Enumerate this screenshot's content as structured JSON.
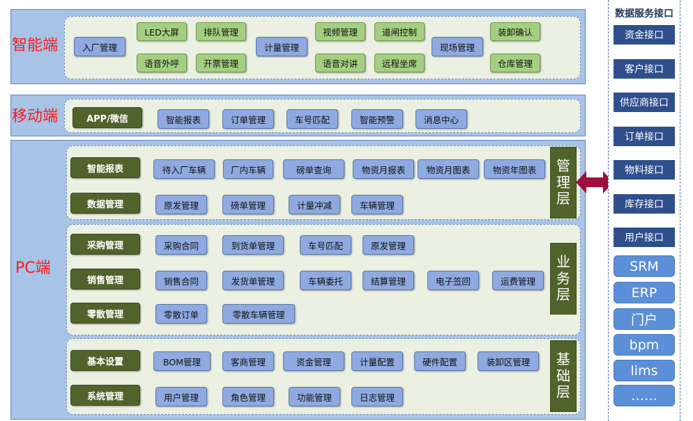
{
  "sections": {
    "smart_label": "智能端",
    "mobile_label": "移动端",
    "pc_label": "PC端"
  },
  "smart": {
    "entry": "入厂管理",
    "led": "LED大屏",
    "queue": "排队管理",
    "voice_call": "语音外呼",
    "ticket": "开票管理",
    "metering": "计量管理",
    "video": "视频管理",
    "gate": "道闸控制",
    "voice_talk": "语音对讲",
    "remote": "远程坐席",
    "site": "现场管理",
    "loading": "装卸确认",
    "warehouse": "仓库管理"
  },
  "mobile": {
    "app": "APP/微信",
    "items": [
      "智能报表",
      "订单管理",
      "车号匹配",
      "智能预警",
      "消息中心"
    ]
  },
  "management": {
    "layer_chars": [
      "管",
      "理",
      "层"
    ],
    "row1_head": "智能报表",
    "row1": [
      "待入厂车辆",
      "厂内车辆",
      "磅单查询",
      "物资月报表",
      "物资月图表",
      "物资年图表"
    ],
    "row2_head": "数据管理",
    "row2": [
      "原发管理",
      "磅单管理",
      "计量冲减",
      "车辆管理"
    ]
  },
  "business": {
    "layer_chars": [
      "业",
      "务",
      "层"
    ],
    "row1_head": "采购管理",
    "row1": [
      "采购合同",
      "到货单管理",
      "车号匹配",
      "原发管理"
    ],
    "row2_head": "销售管理",
    "row2": [
      "销售合同",
      "发货单管理",
      "车辆委托",
      "结算管理",
      "电子签回",
      "运费管理"
    ],
    "row3_head": "零散管理",
    "row3": [
      "零散订单",
      "零散车辆管理"
    ]
  },
  "base": {
    "layer_chars": [
      "基",
      "础",
      "层"
    ],
    "row1_head": "基本设置",
    "row1": [
      "BOM管理",
      "客商管理",
      "资金管理",
      "计量配置",
      "硬件配置",
      "装卸区管理"
    ],
    "row2_head": "系统管理",
    "row2": [
      "用户管理",
      "角色管理",
      "功能管理",
      "日志管理"
    ]
  },
  "services": {
    "title": "数据服务接口",
    "interfaces": [
      "资金接口",
      "客户接口",
      "供应商接口",
      "订单接口",
      "物料接口",
      "库存接口",
      "用户接口"
    ],
    "systems": [
      "SRM",
      "ERP",
      "门户",
      "bpm",
      "lims",
      "……"
    ]
  },
  "colors": {
    "panel": "#a7c3e6",
    "inner": "#ebf0e2",
    "node_blue": "#8eaae0",
    "node_green": "#a4cf81",
    "node_dark": "#50632b",
    "service_dark": "#2e4f8b",
    "service_light": "#5b8fd8",
    "label_red": "#ff1a1a",
    "arrow": "#9c0f3e"
  },
  "icons": {
    "connector": "double-arrow-icon"
  }
}
